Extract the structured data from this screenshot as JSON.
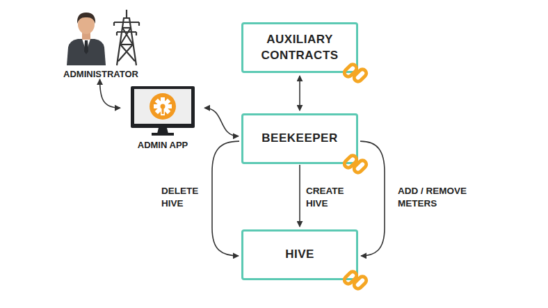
{
  "diagram": {
    "nodes": [
      {
        "text": [
          "ADMINISTRATOR"
        ]
      },
      {
        "text": [
          "ADMIN APP"
        ]
      },
      {
        "text": [
          "AUXILIARY CONTRACTS"
        ]
      },
      {
        "text": [
          "BEEKEEPER"
        ]
      },
      {
        "text": [
          "HIVE"
        ]
      }
    ],
    "edges": [
      {
        "from": 0,
        "to": 1,
        "arrow": "both"
      },
      {
        "from": 1,
        "to": 3,
        "arrow": "both"
      },
      {
        "from": 2,
        "to": 3,
        "arrow": "both"
      },
      {
        "from": 3,
        "to": 4,
        "label": "DELETE HIVE",
        "arrow": "to"
      },
      {
        "from": 3,
        "to": 4,
        "label": "CREATE HIVE",
        "arrow": "to"
      },
      {
        "from": 3,
        "to": 4,
        "label": "ADD / REMOVE METERS",
        "arrow": "to"
      }
    ]
  }
}
